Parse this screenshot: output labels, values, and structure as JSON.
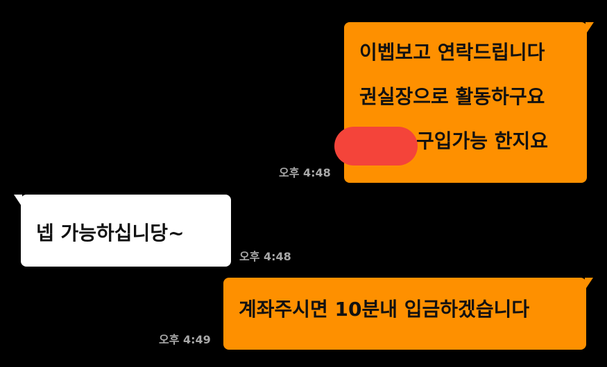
{
  "messages": [
    {
      "sender": "me",
      "lines": [
        "이벱보고 연락드립니다",
        "권실장으로 활동하구요",
        "구입가능 한지요"
      ],
      "time": "오후 4:48"
    },
    {
      "sender": "other",
      "lines": [
        "넵  가능하십니당~"
      ],
      "time": "오후 4:48"
    },
    {
      "sender": "me",
      "lines": [
        "계좌주시면 10분내 입금하겠습니다"
      ],
      "time": "오후 4:49"
    }
  ],
  "colors": {
    "outgoing": "#fe9000",
    "incoming": "#ffffff",
    "redaction": "#f4443a"
  }
}
